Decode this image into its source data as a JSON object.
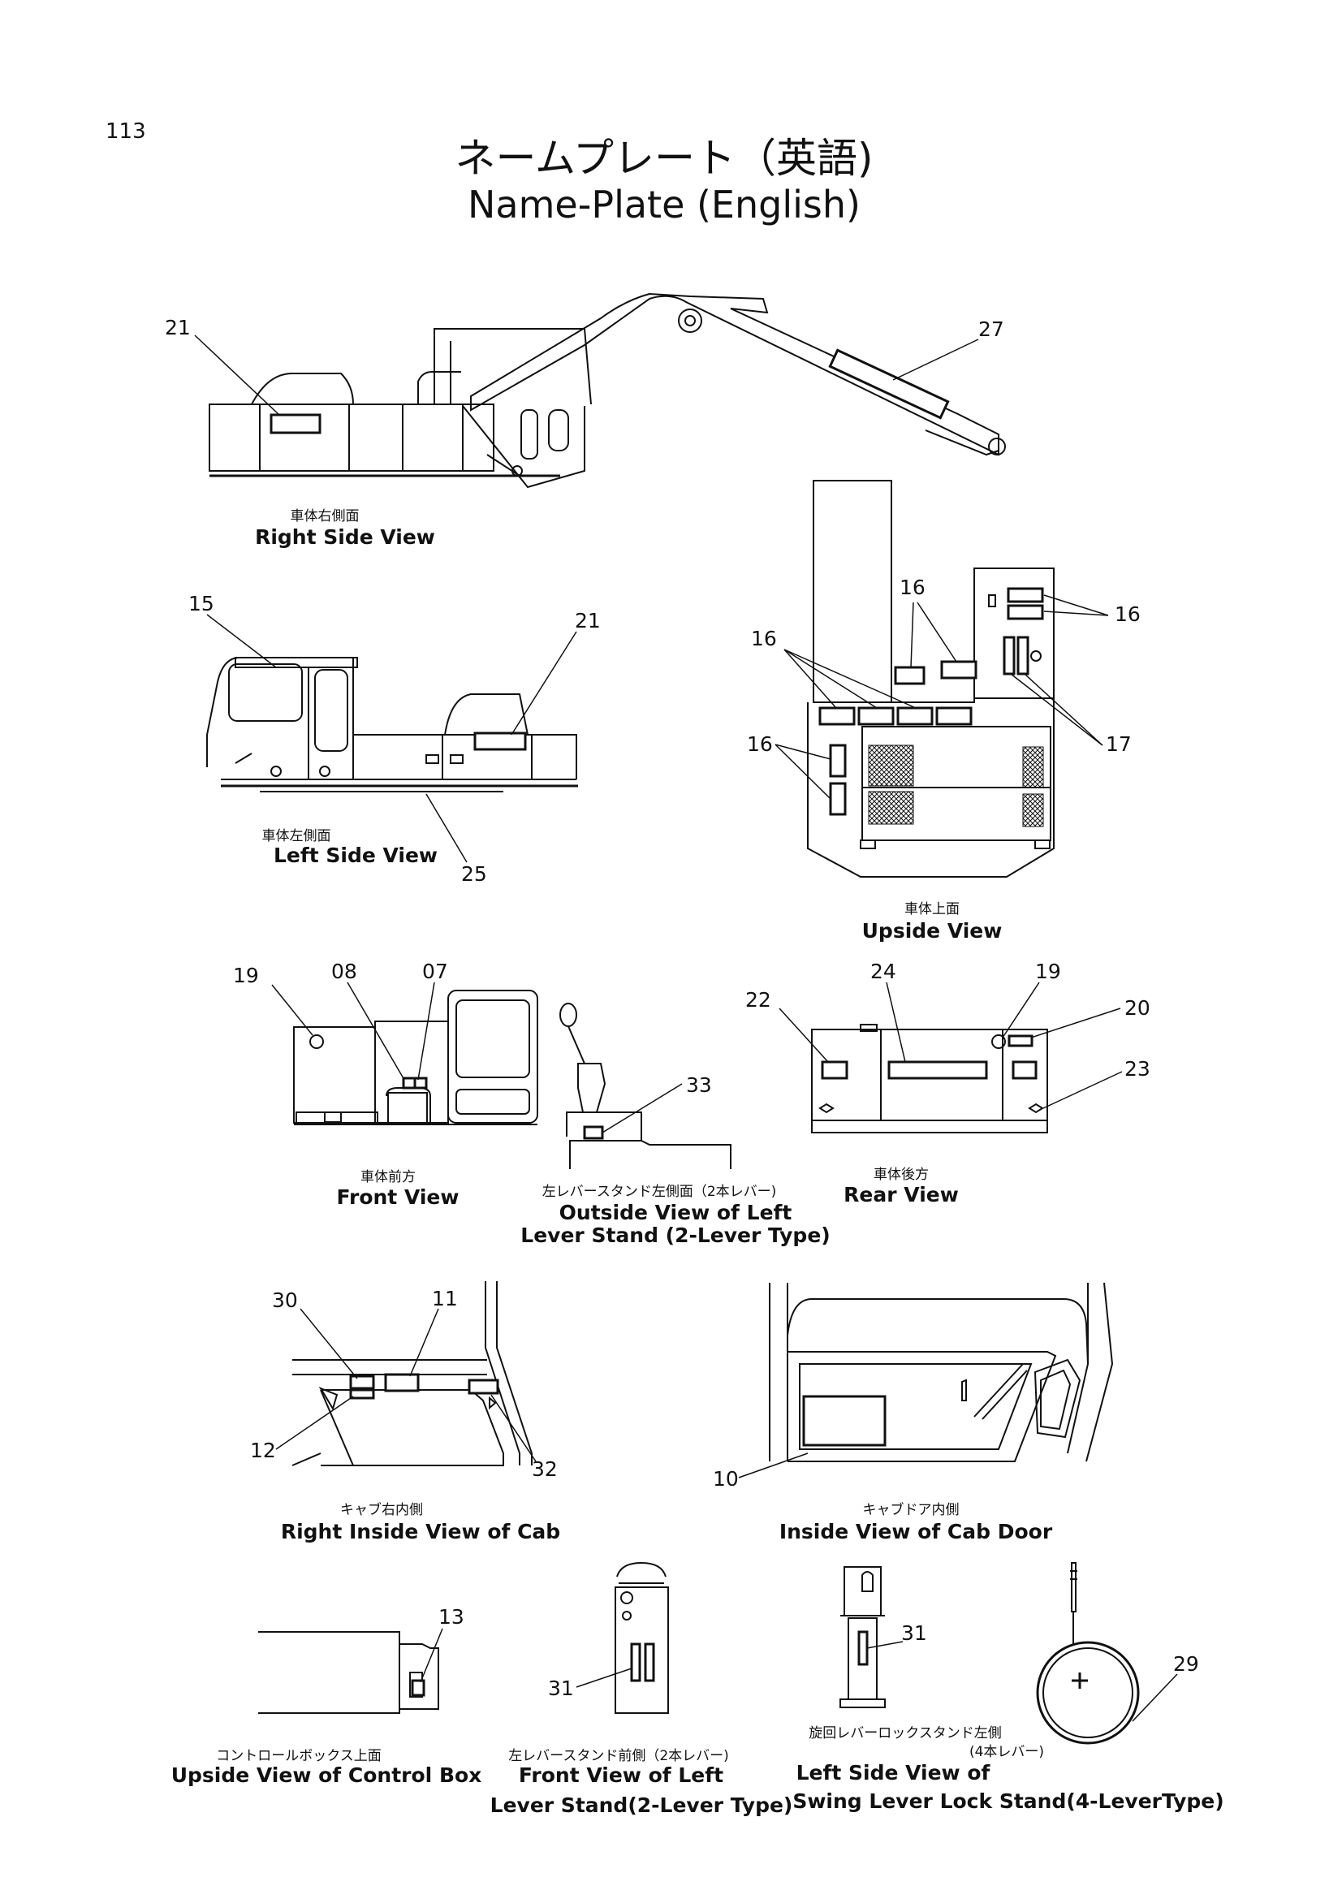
{
  "page": {
    "number": "113",
    "title_jp": "ネームプレート（英語)",
    "title_en": "Name-Plate (English)"
  },
  "views": [
    {
      "id": "right_side",
      "label_jp": "車体右側面",
      "label_en": "Right Side View",
      "callouts": [
        "21",
        "27"
      ]
    },
    {
      "id": "left_side",
      "label_jp": "車体左側面",
      "label_en": "Left Side View",
      "callouts": [
        "15",
        "21",
        "25"
      ]
    },
    {
      "id": "upside",
      "label_jp": "車体上面",
      "label_en": "Upside View",
      "callouts": [
        "16",
        "16",
        "16",
        "16",
        "17"
      ]
    },
    {
      "id": "front",
      "label_jp": "車体前方",
      "label_en": "Front View",
      "callouts": [
        "19",
        "08",
        "07"
      ]
    },
    {
      "id": "outside_left_lever",
      "label_jp": "左レバースタンド左側面（2本レバー)",
      "label_en": "Outside View of Left",
      "label_en_2": "Lever Stand (2-Lever Type)",
      "callouts": [
        "33"
      ]
    },
    {
      "id": "rear",
      "label_jp": "車体後方",
      "label_en": "Rear View",
      "callouts": [
        "22",
        "24",
        "19",
        "20",
        "23"
      ]
    },
    {
      "id": "right_inside_cab",
      "label_jp": "キャブ右内側",
      "label_en": "Right Inside View of Cab",
      "callouts": [
        "30",
        "11",
        "12",
        "32"
      ]
    },
    {
      "id": "cab_door",
      "label_jp": "キャブドア内側",
      "label_en": "Inside View of Cab Door",
      "callouts": [
        "10"
      ]
    },
    {
      "id": "control_box",
      "label_jp": "コントロールボックス上面",
      "label_en": "Upside View of Control Box",
      "callouts": [
        "13"
      ]
    },
    {
      "id": "front_left_lever",
      "label_jp": "左レバースタンド前側（2本レバー)",
      "label_en": "Front View of Left",
      "label_en_2": "Lever Stand(2-Lever Type)",
      "callouts": [
        "31"
      ]
    },
    {
      "id": "swing_lock",
      "label_jp": "旋回レバーロックスタンド左側",
      "label_jp_2": "(4本レバー)",
      "label_en": "Left Side View of",
      "label_en_2": "Swing Lever Lock Stand(4-LeverType)",
      "callouts": [
        "31",
        "29"
      ]
    }
  ]
}
